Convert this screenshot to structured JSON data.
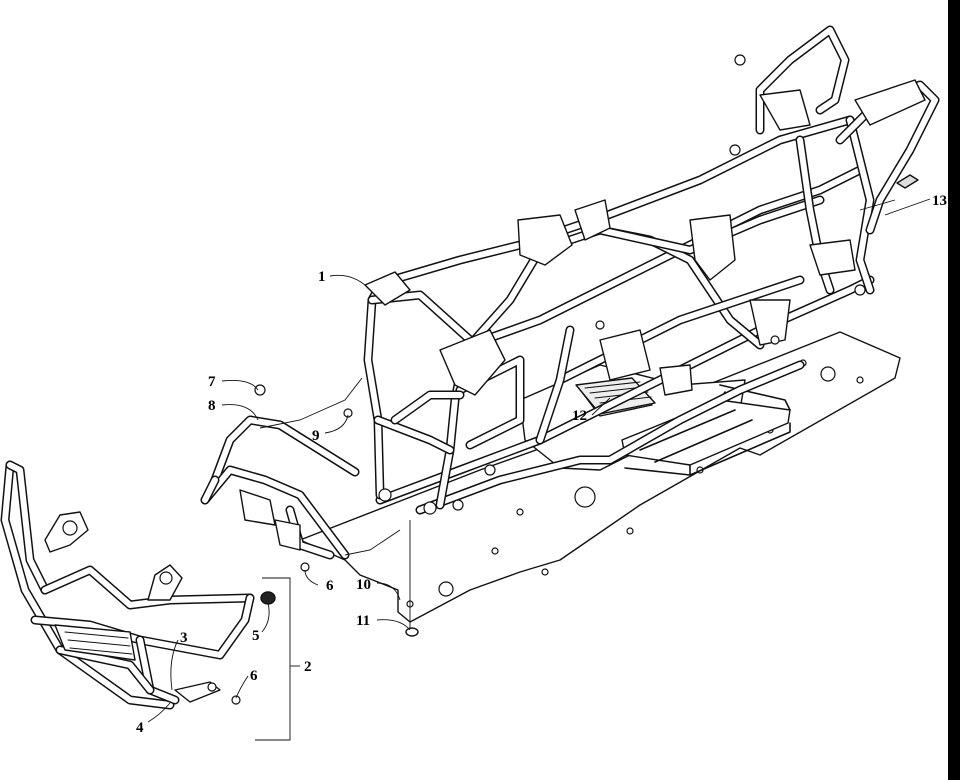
{
  "diagram": {
    "callouts": [
      {
        "id": "c1",
        "label": "1"
      },
      {
        "id": "c2",
        "label": "2"
      },
      {
        "id": "c3",
        "label": "3"
      },
      {
        "id": "c4",
        "label": "4"
      },
      {
        "id": "c5",
        "label": "5"
      },
      {
        "id": "c6a",
        "label": "6"
      },
      {
        "id": "c6b",
        "label": "6"
      },
      {
        "id": "c7",
        "label": "7"
      },
      {
        "id": "c8",
        "label": "8"
      },
      {
        "id": "c9",
        "label": "9"
      },
      {
        "id": "c10",
        "label": "10"
      },
      {
        "id": "c11",
        "label": "11"
      },
      {
        "id": "c12",
        "label": "12"
      },
      {
        "id": "c13",
        "label": "13"
      }
    ]
  }
}
